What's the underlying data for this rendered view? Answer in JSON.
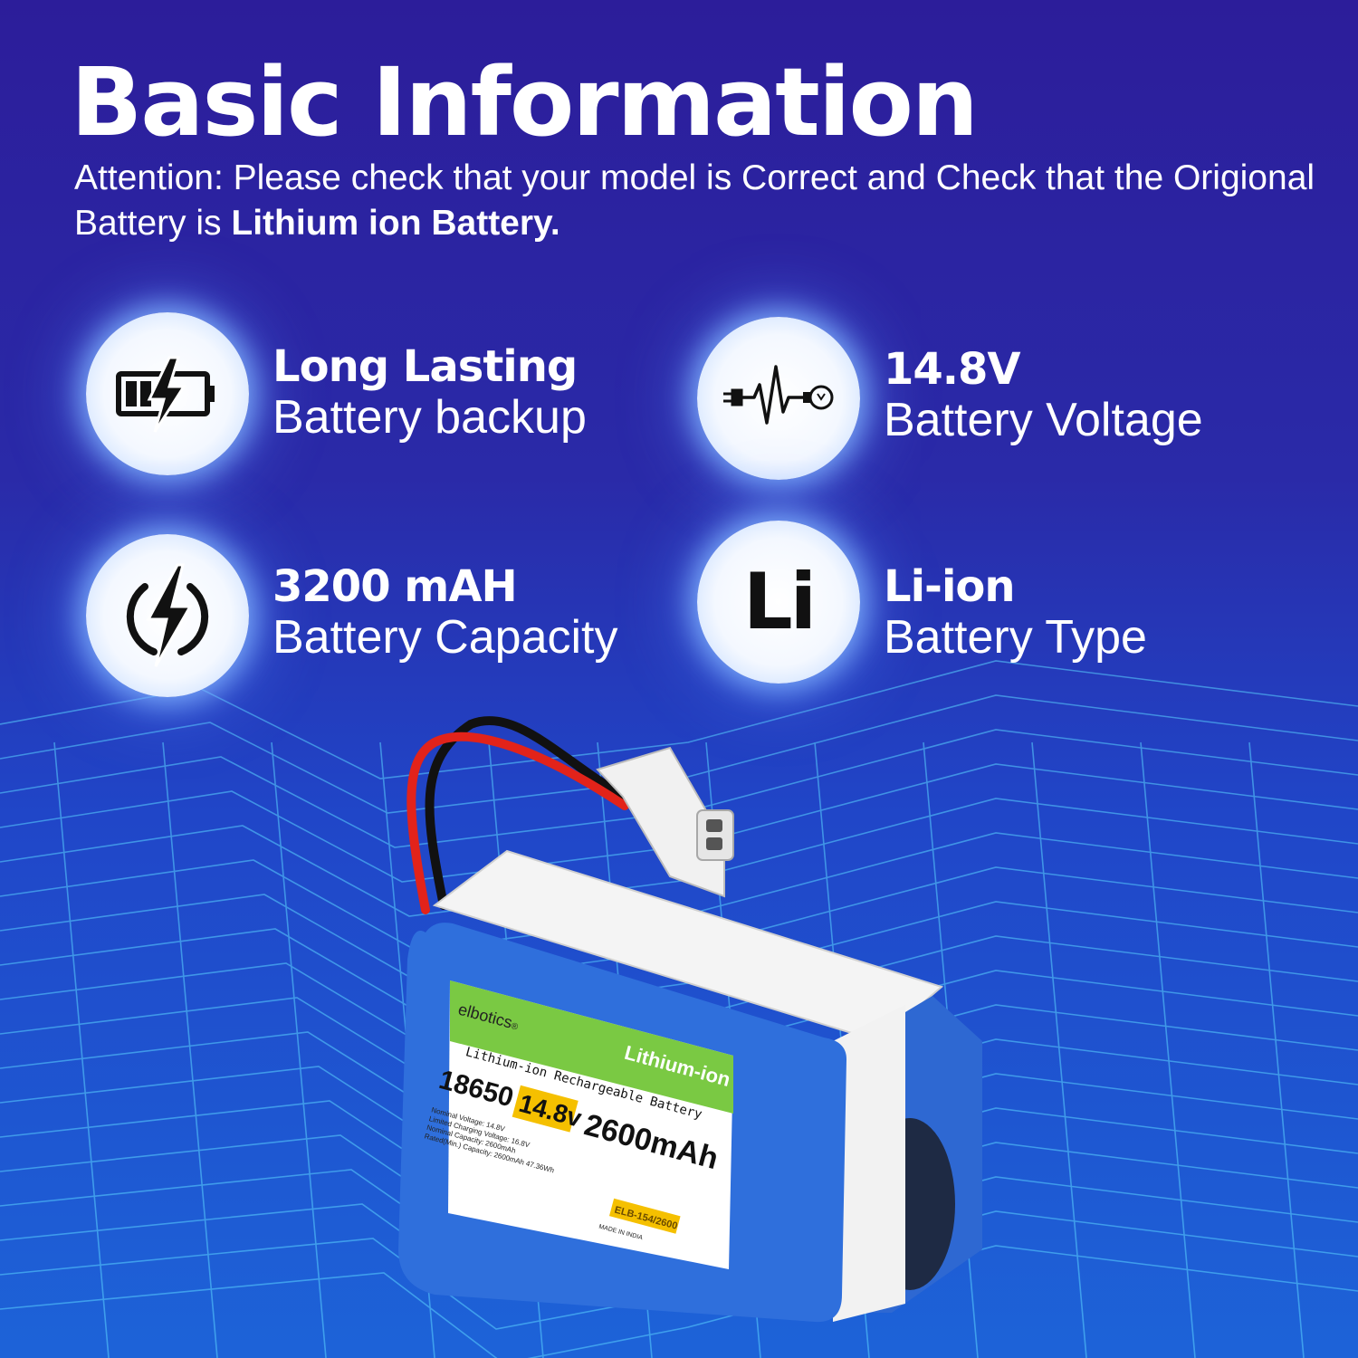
{
  "header": {
    "title": "Basic Information",
    "subtitle_prefix": "Attention: Please check that your model is Correct and Check that the Origional Battery is ",
    "subtitle_bold": "Lithium ion Battery."
  },
  "features": [
    {
      "icon": "battery-charging-icon",
      "heading": "Long Lasting",
      "subtext": "Battery backup"
    },
    {
      "icon": "voltage-pulse-icon",
      "heading": "14.8V",
      "subtext": "Battery Voltage"
    },
    {
      "icon": "lightning-bolt-icon",
      "heading": "3200 mAH",
      "subtext": "Battery Capacity"
    },
    {
      "icon": "li-symbol-icon",
      "icon_text": "Li",
      "heading": "Li-ion",
      "subtext": "Battery Type"
    }
  ],
  "product": {
    "brand": "elbotics",
    "brand_mark": "®",
    "type_badge": "Lithium-ion",
    "label_title": "Lithium-ion Rechargeable Battery",
    "cell_model": "18650",
    "voltage": "14.8v",
    "capacity": "2600mAh",
    "spec_lines": [
      "Nominal Voltage: 14.8V",
      "Limited Charging Voltage: 16.8V",
      "Nominal Capacity: 2600mAh",
      "Rated(Min.) Capacity: 2600mAh 47.36Wh"
    ],
    "model_code": "ELB-154/2600",
    "origin": "MADE IN INDIA",
    "colors": {
      "label_green": "#7ac943",
      "badge_yellow": "#f5c000",
      "case_blue": "#2f6fdc"
    }
  }
}
